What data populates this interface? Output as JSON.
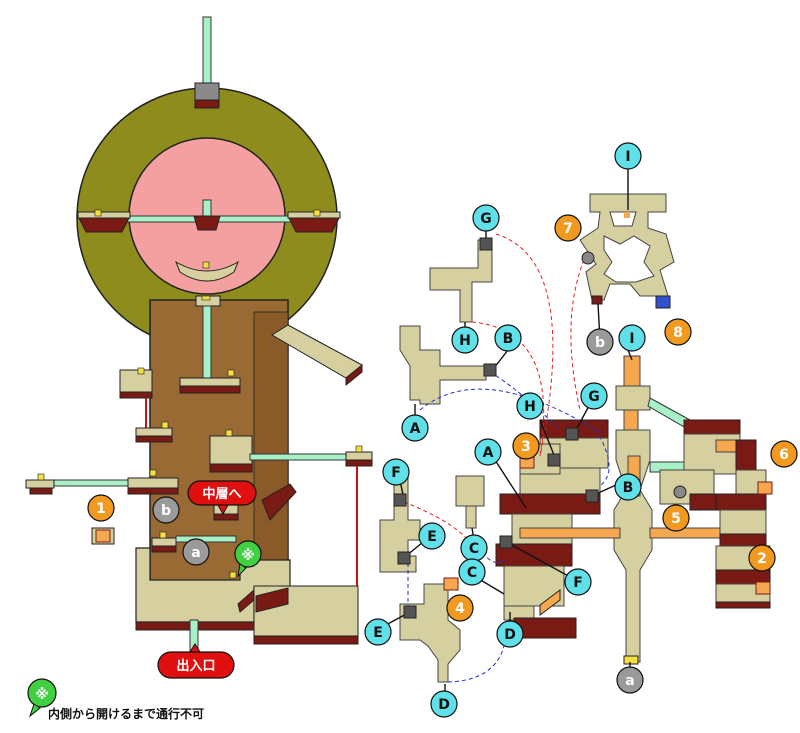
{
  "labels": {
    "upper_floor": "中層へ",
    "entrance": "出入口",
    "note_mark": "※",
    "note_text": "内側から開けるまで通行不可"
  },
  "markers": [
    {
      "id": "I1",
      "text": "I",
      "kind": "warp"
    },
    {
      "id": "G1",
      "text": "G",
      "kind": "warp"
    },
    {
      "id": "H1",
      "text": "H",
      "kind": "warp"
    },
    {
      "id": "B1",
      "text": "B",
      "kind": "warp"
    },
    {
      "id": "A1",
      "text": "A",
      "kind": "warp"
    },
    {
      "id": "I2",
      "text": "I",
      "kind": "warp"
    },
    {
      "id": "H2",
      "text": "H",
      "kind": "warp"
    },
    {
      "id": "G2",
      "text": "G",
      "kind": "warp"
    },
    {
      "id": "A2",
      "text": "A",
      "kind": "warp"
    },
    {
      "id": "B2",
      "text": "B",
      "kind": "warp"
    },
    {
      "id": "F1",
      "text": "F",
      "kind": "warp"
    },
    {
      "id": "E1",
      "text": "E",
      "kind": "warp"
    },
    {
      "id": "C1",
      "text": "C",
      "kind": "warp"
    },
    {
      "id": "C2",
      "text": "C",
      "kind": "warp"
    },
    {
      "id": "F2",
      "text": "F",
      "kind": "warp"
    },
    {
      "id": "E2",
      "text": "E",
      "kind": "warp"
    },
    {
      "id": "D1",
      "text": "D",
      "kind": "warp"
    },
    {
      "id": "D2",
      "text": "D",
      "kind": "warp"
    },
    {
      "id": "b1",
      "text": "b",
      "kind": "stair"
    },
    {
      "id": "b2",
      "text": "b",
      "kind": "stair"
    },
    {
      "id": "a1",
      "text": "a",
      "kind": "stair"
    },
    {
      "id": "a2",
      "text": "a",
      "kind": "stair"
    },
    {
      "id": "n1",
      "text": "1",
      "kind": "item"
    },
    {
      "id": "n2",
      "text": "2",
      "kind": "item"
    },
    {
      "id": "n3",
      "text": "3",
      "kind": "item"
    },
    {
      "id": "n4",
      "text": "4",
      "kind": "item"
    },
    {
      "id": "n5",
      "text": "5",
      "kind": "item"
    },
    {
      "id": "n6",
      "text": "6",
      "kind": "item"
    },
    {
      "id": "n7",
      "text": "7",
      "kind": "item"
    },
    {
      "id": "n8",
      "text": "8",
      "kind": "item"
    }
  ],
  "colors": {
    "floor": "#d6cfa0",
    "floor_edge": "#6b6a4a",
    "ledge": "#7a1a14",
    "tower": "#9a6a35",
    "ring": "#8f8c1e",
    "disc": "#f4a0a0",
    "bridge": "#a8f0c8",
    "orange_path": "#f5a850",
    "warp_marker": "#60e0e8",
    "item_marker": "#f29a20",
    "stair_marker": "#9a9a9a",
    "red_tag": "#e01010",
    "note_marker": "#40d040",
    "door": "#f0e040"
  }
}
